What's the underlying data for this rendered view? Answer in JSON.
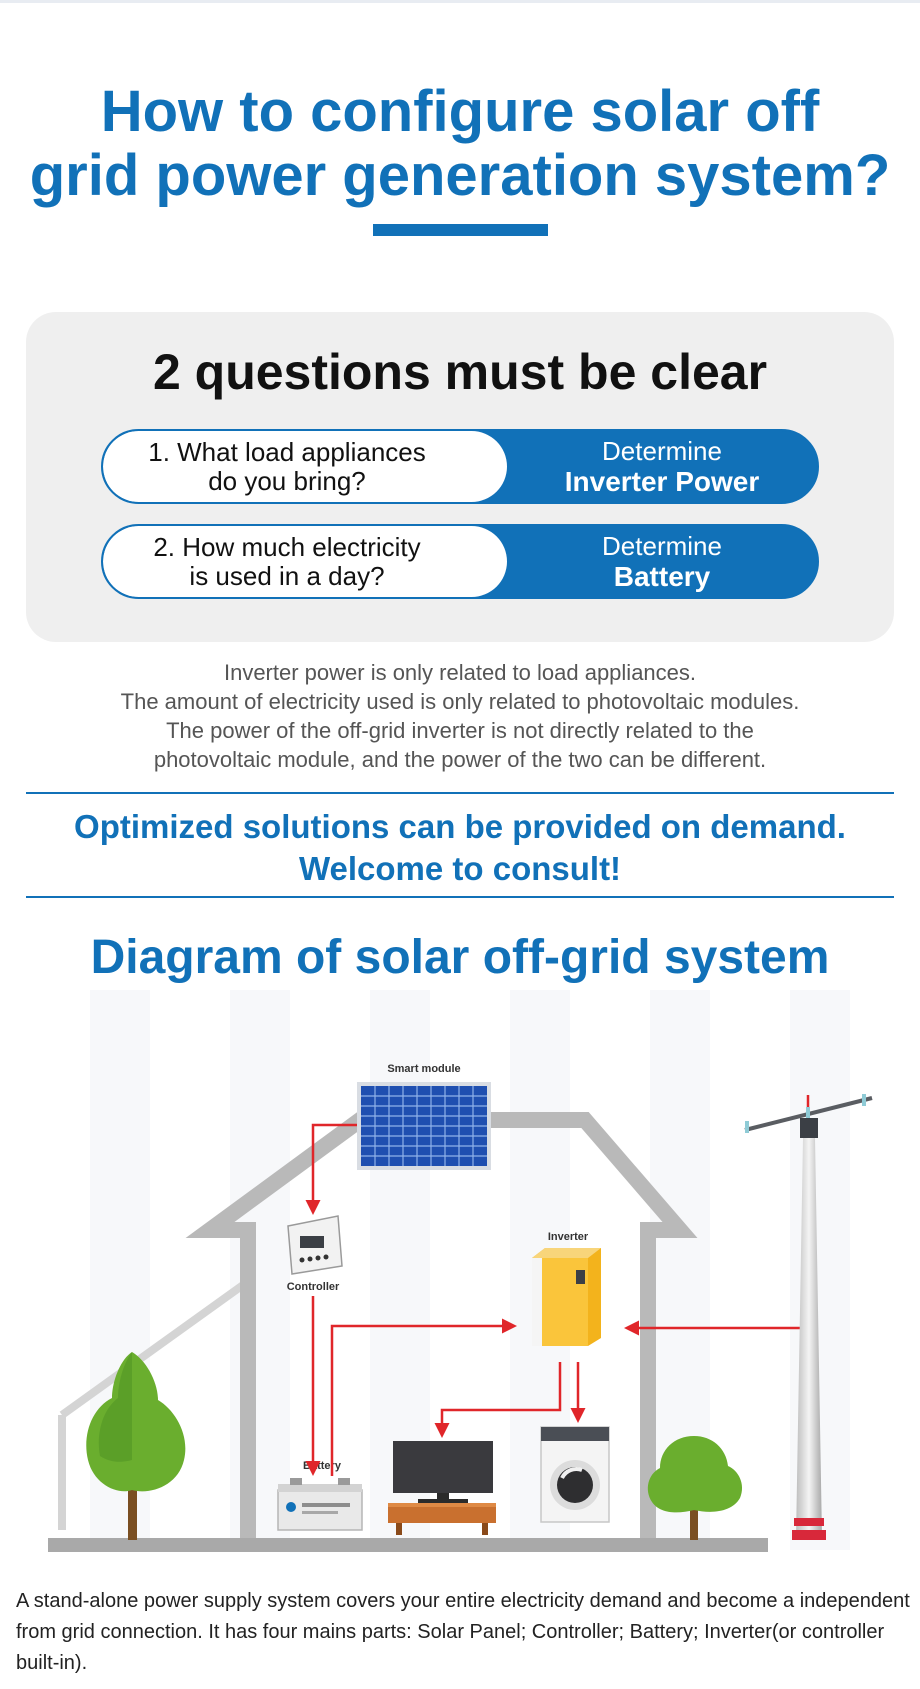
{
  "header": {
    "title_line1": "How to configure solar off",
    "title_line2": "grid power generation system?"
  },
  "questions": {
    "heading": "2 questions must be clear",
    "items": [
      {
        "question_line1": "1. What load appliances",
        "question_line2": "do you bring?",
        "answer_line1": "Determine",
        "answer_line2": "Inverter Power"
      },
      {
        "question_line1": "2. How much electricity",
        "question_line2": "is used in a day?",
        "answer_line1": "Determine",
        "answer_line2": "Battery"
      }
    ]
  },
  "notes": [
    "Inverter power is only related to load appliances.",
    "The amount of electricity used is only related to photovoltaic modules.",
    "The power of the off-grid inverter is not directly related to the",
    "photovoltaic module, and the power of the two can be different."
  ],
  "consult": {
    "line1": "Optimized solutions can be provided on demand.",
    "line2": "Welcome to consult!"
  },
  "diagram": {
    "title": "Diagram of solar off-grid system",
    "labels": {
      "module": "Smart module",
      "controller": "Controller",
      "inverter": "Inverter",
      "battery": "Battery"
    },
    "colors": {
      "brand_blue": "#1171b8",
      "arrow_red": "#e0262a",
      "house_gray": "#b9b9b9",
      "inverter_yellow": "#f3b31c",
      "tree_green": "#6aae2e",
      "trunk_brown": "#7a4f22"
    }
  },
  "description": "A stand-alone power supply system covers your entire electricity demand and become a independent from grid connection. It has four mains parts: Solar Panel; Controller; Battery; Inverter(or controller built-in)."
}
